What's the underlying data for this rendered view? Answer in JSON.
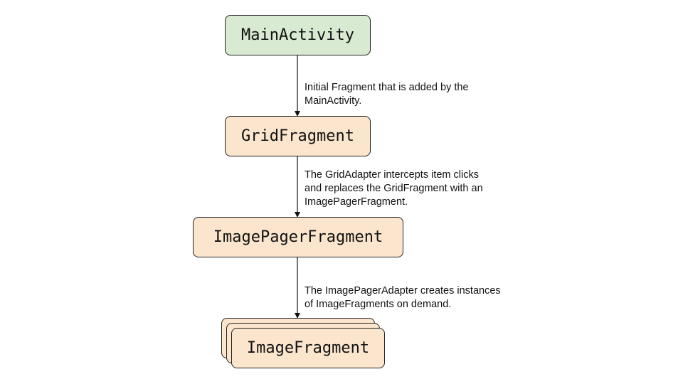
{
  "diagram": {
    "nodes": {
      "main_activity": {
        "label": "MainActivity",
        "color": "#d9ead3"
      },
      "grid_fragment": {
        "label": "GridFragment",
        "color": "#fce5cd"
      },
      "image_pager_fragment": {
        "label": "ImagePagerFragment",
        "color": "#fce5cd"
      },
      "image_fragment": {
        "label": "ImageFragment",
        "color": "#fce5cd",
        "stacked": true
      }
    },
    "edges": [
      {
        "from": "MainActivity",
        "to": "GridFragment",
        "note_lines": [
          "Initial Fragment that is added by the",
          "MainActivity."
        ]
      },
      {
        "from": "GridFragment",
        "to": "ImagePagerFragment",
        "note_lines": [
          "The GridAdapter intercepts item clicks",
          "and replaces the GridFragment with an",
          "ImagePagerFragment."
        ]
      },
      {
        "from": "ImagePagerFragment",
        "to": "ImageFragment",
        "note_lines": [
          "The ImagePagerAdapter creates instances",
          "of ImageFragments on demand."
        ]
      }
    ]
  }
}
